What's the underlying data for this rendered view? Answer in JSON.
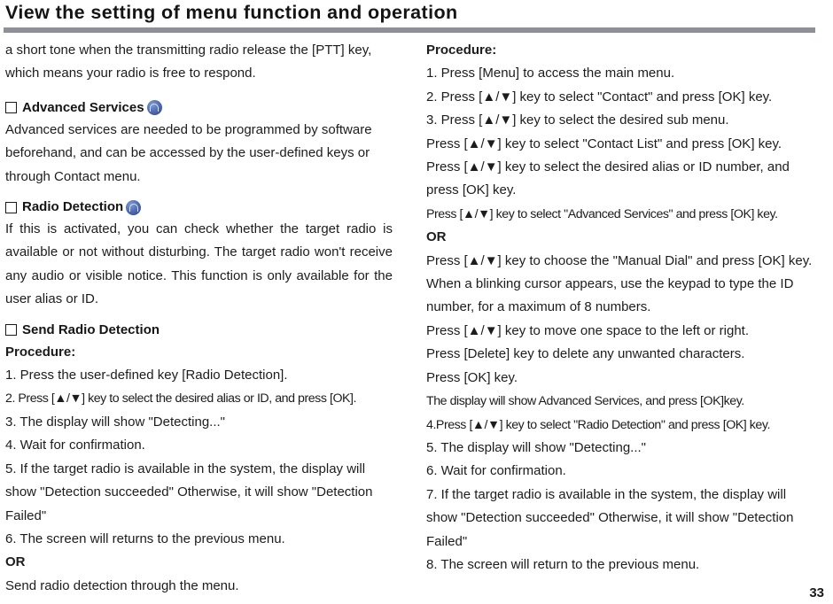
{
  "header": {
    "title": "View the setting of menu function and operation",
    "rule_color": "#8d9197"
  },
  "icons": {
    "square_bullet": "square-outline-bullet",
    "badge": "blue-arch-badge-icon",
    "badge_color": "#4a66ad",
    "up_arrow": "▲",
    "down_arrow": "▼"
  },
  "left_column": {
    "intro_paragraph": "a short tone when the transmitting radio release the [PTT] key, which means your radio is free to respond.",
    "advanced_services": {
      "heading": "Advanced Services",
      "body": "Advanced services are needed to be programmed by software beforehand, and can be accessed by the user-defined keys or through Contact menu."
    },
    "radio_detection": {
      "heading": "Radio Detection",
      "body": "If this is activated, you can check whether the target radio is available or not without disturbing. The target radio won't receive any audio or visible notice. This function is only available for the user alias or ID."
    },
    "send_radio_detection": {
      "heading": "Send Radio Detection",
      "procedure_label": "Procedure:",
      "steps": [
        "1. Press the user-defined key [Radio Detection].",
        "2. Press [▲/▼] key to select the desired alias or ID, and press [OK].",
        "3. The display will show \"Detecting...\"",
        "4. Wait for confirmation.",
        "5. If the target radio is available in the system, the display will show \"Detection succeeded\" Otherwise, it will show \"Detection Failed\"",
        "6. The screen will returns to the previous menu."
      ],
      "or_label": "OR",
      "closing": "Send radio detection through the menu."
    }
  },
  "right_column": {
    "procedure_label": "Procedure:",
    "steps": [
      "1. Press [Menu] to access the main menu.",
      "2. Press [▲/▼] key to select \"Contact\" and press [OK] key.",
      "3. Press [▲/▼] key to select the desired sub menu.",
      "Press [▲/▼] key to select \"Contact List\" and press [OK] key.",
      "Press [▲/▼] key to select the desired alias or ID number, and press [OK] key.",
      "Press [▲/▼] key to select \"Advanced Services\" and press [OK] key."
    ],
    "or_label": "OR",
    "steps_after_or": [
      "Press [▲/▼] key to choose the \"Manual Dial\" and press [OK] key. When a blinking cursor appears, use the keypad to type the ID number, for a maximum of 8 numbers.",
      "Press [▲/▼] key to move one space to the left or right.",
      "Press [Delete] key to delete any unwanted characters.",
      "Press [OK] key.",
      "The display will show Advanced Services, and press [OK]key.",
      "4.Press [▲/▼] key to select \"Radio Detection\" and press [OK] key.",
      "5. The display will show \"Detecting...\"",
      "6. Wait for confirmation.",
      "7. If the target radio is available in the system, the display will show \"Detection succeeded\" Otherwise, it will show \"Detection Failed\"",
      "8. The screen will return to the previous menu."
    ]
  },
  "footer": {
    "page_number": "33"
  }
}
